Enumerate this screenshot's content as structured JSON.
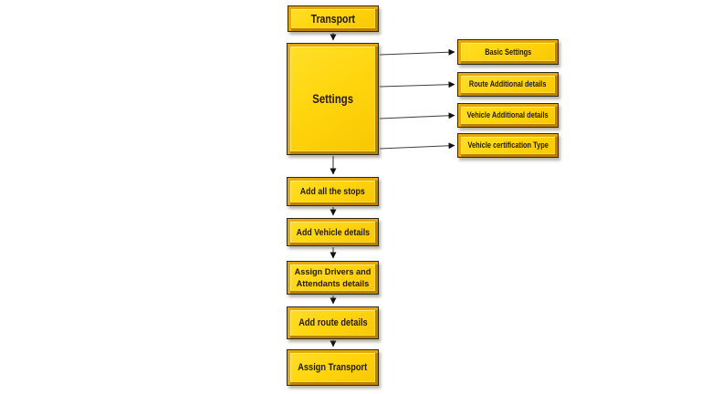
{
  "diagram": {
    "type": "flowchart",
    "background": "#ffffff",
    "main_flow": [
      {
        "id": "transport",
        "label": "Transport"
      },
      {
        "id": "settings",
        "label": "Settings"
      },
      {
        "id": "add-stops",
        "label": "Add all the stops"
      },
      {
        "id": "add-vehicle",
        "label": "Add Vehicle details"
      },
      {
        "id": "assign-drivers",
        "label": "Assign Drivers and Attendants details"
      },
      {
        "id": "add-route",
        "label": "Add route details"
      },
      {
        "id": "assign-transport",
        "label": "Assign Transport"
      }
    ],
    "settings_children": [
      {
        "id": "basic-settings",
        "label": "Basic Settings"
      },
      {
        "id": "route-additional",
        "label": "Route Additional details"
      },
      {
        "id": "vehicle-additional",
        "label": "Vehicle Additional details"
      },
      {
        "id": "vehicle-certification",
        "label": "Vehicle certification Type"
      }
    ],
    "connections": [
      "Transport -> Settings",
      "Settings -> Basic Settings",
      "Settings -> Route Additional details",
      "Settings -> Vehicle Additional details",
      "Settings -> Vehicle certification Type",
      "Settings -> Add all the stops",
      "Add all the stops -> Add Vehicle details",
      "Add Vehicle details -> Assign Drivers and Attendants details",
      "Assign Drivers and Attendants details -> Add route details",
      "Add route details -> Assign Transport"
    ],
    "colors": {
      "box_fill": "#ffd60e",
      "box_fill_light": "#ffdf2b",
      "frame_light": "#e7a90a",
      "frame_dark": "#b98200",
      "inner_highlight": "#ffe97f",
      "outline": "#2e2a1a",
      "text": "#221a04",
      "connector_line": "#3f3f3f",
      "arrowhead": "#111111"
    }
  }
}
